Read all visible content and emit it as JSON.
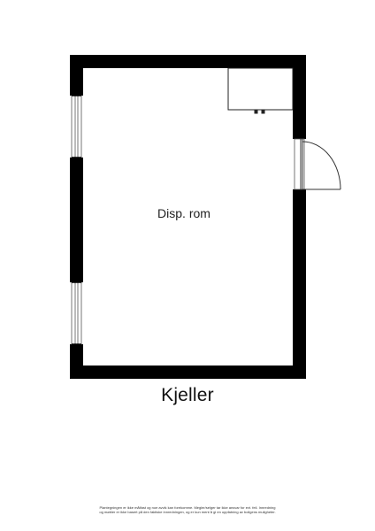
{
  "plan": {
    "room_label": "Disp. rom",
    "floor_label": "Kjeller",
    "disclaimer_line1": "Plantegningen er ikke målfast og noe avvik kan forekomme. Megler/selger tar ikke ansvar for evt. feil. Innredning",
    "disclaimer_line2": "og møbler er ikke basert på den faktiske innredningen, og er kun ment å gi en oppfatning av boligens muligheter."
  },
  "colors": {
    "wall": "#000000",
    "background": "#ffffff",
    "window_frame": "#555555"
  }
}
